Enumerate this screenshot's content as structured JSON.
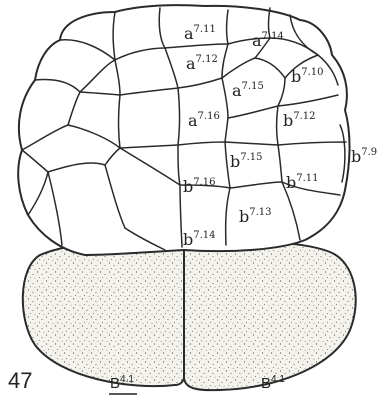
{
  "figure": {
    "number": "47",
    "labels": [
      {
        "key": "a711",
        "base": "a",
        "sup": "7.11"
      },
      {
        "key": "a714",
        "base": "a",
        "sup": "7.14"
      },
      {
        "key": "a712",
        "base": "a",
        "sup": "7.12"
      },
      {
        "key": "a715",
        "base": "a",
        "sup": "7.15"
      },
      {
        "key": "b710",
        "base": "b",
        "sup": "7.10"
      },
      {
        "key": "a716",
        "base": "a",
        "sup": "7.16"
      },
      {
        "key": "b712",
        "base": "b",
        "sup": "7.12"
      },
      {
        "key": "b79",
        "base": "b",
        "sup": "7.9"
      },
      {
        "key": "b715",
        "base": "b",
        "sup": "7.15"
      },
      {
        "key": "b711",
        "base": "b",
        "sup": "7.11"
      },
      {
        "key": "b716",
        "base": "b",
        "sup": "7.16"
      },
      {
        "key": "b713",
        "base": "b",
        "sup": "7.13"
      },
      {
        "key": "b714",
        "base": "b",
        "sup": "7.14"
      }
    ],
    "macromere_left": {
      "base": "B",
      "sup": "4.1",
      "underlined": true
    },
    "macromere_right": {
      "base": "B",
      "sup": "4.1",
      "underlined": false
    }
  }
}
